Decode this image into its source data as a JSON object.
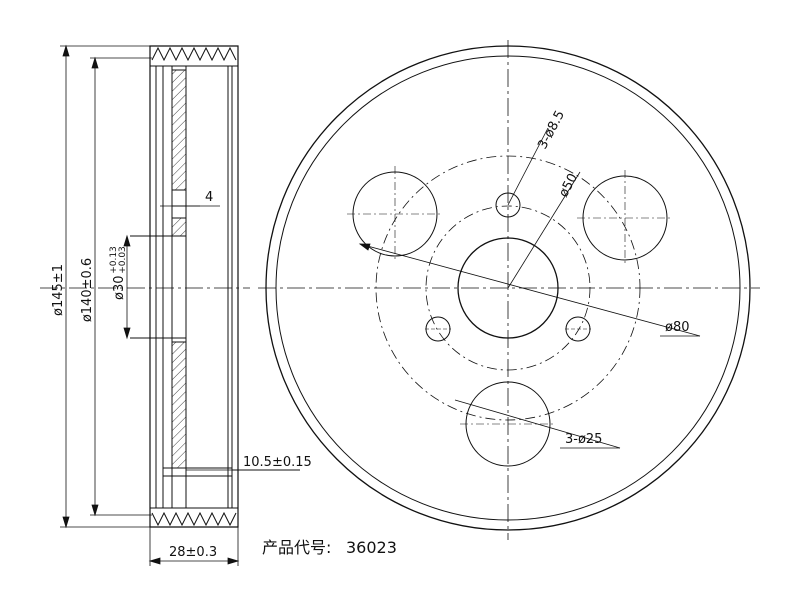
{
  "side_view": {
    "dims": {
      "outer_diameter": "ø145±1",
      "groove_diameter": "ø140±0.6",
      "bore_diameter": "ø30",
      "bore_tol_upper": "+0.13",
      "bore_tol_lower": "+0.03",
      "keyway": "4",
      "hub_offset": "10.5±0.15",
      "width": "28±0.3"
    }
  },
  "front_view": {
    "dims": {
      "small_holes": "3-ø8.5",
      "bolt_circle": "ø50",
      "pitch_circle": "ø80",
      "large_holes": "3-ø25"
    }
  },
  "caption": {
    "label": "产品代号:",
    "code": "36023"
  },
  "colors": {
    "line": "#111111",
    "background": "#ffffff"
  }
}
